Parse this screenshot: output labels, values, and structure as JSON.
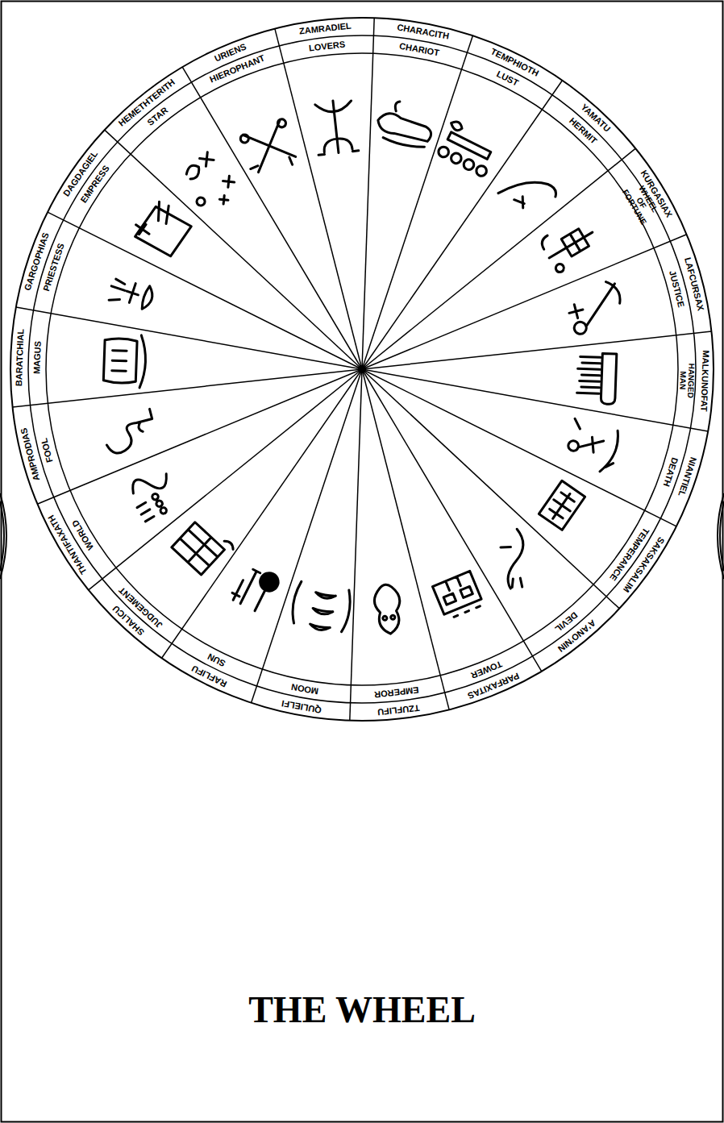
{
  "diagram": {
    "title": "THE WHEEL",
    "nodes": [
      {
        "text": [
          "ZAMRADIEL",
          "LOVERS"
        ]
      },
      {
        "text": [
          "CHARACITH",
          "CHARIOT"
        ]
      },
      {
        "text": [
          "TEMPHIOTH",
          "LUST"
        ]
      },
      {
        "text": [
          "YAMATU",
          "HERMIT"
        ]
      },
      {
        "text": [
          "KURGASIAX",
          "WHEEL OF FORTUNE"
        ]
      },
      {
        "text": [
          "LAFCURSAX",
          "JUSTICE"
        ]
      },
      {
        "text": [
          "MALKUNOFAT",
          "HANGED MAN"
        ]
      },
      {
        "text": [
          "NIANTIEL",
          "DEATH"
        ]
      },
      {
        "text": [
          "SAKSAKSALIM",
          "TEMPERANCE"
        ]
      },
      {
        "text": [
          "A'ANO'NIN",
          "DEVIL"
        ]
      },
      {
        "text": [
          "PARFAXITAS",
          "TOWER"
        ]
      },
      {
        "text": [
          "TZUFLIFU",
          "EMPEROR"
        ]
      },
      {
        "text": [
          "QULIELFI",
          "MOON"
        ]
      },
      {
        "text": [
          "RAFLIFU",
          "SUN"
        ]
      },
      {
        "text": [
          "SHALICU",
          "JUDGEMENT"
        ]
      },
      {
        "text": [
          "THANTIFAXATH",
          "WORLD"
        ]
      },
      {
        "text": [
          "AMPRODIAS",
          "FOOL"
        ]
      },
      {
        "text": [
          "BARATCHIAL",
          "MAGUS"
        ]
      },
      {
        "text": [
          "GARGOPHIAS",
          "PRIESTESS"
        ]
      },
      {
        "text": [
          "DAGDAGIEL",
          "EMPRESS"
        ]
      },
      {
        "text": [
          "HEMETHTERITH",
          "STAR"
        ]
      },
      {
        "text": [
          "URIENS",
          "HIEROPHANT"
        ]
      }
    ]
  }
}
